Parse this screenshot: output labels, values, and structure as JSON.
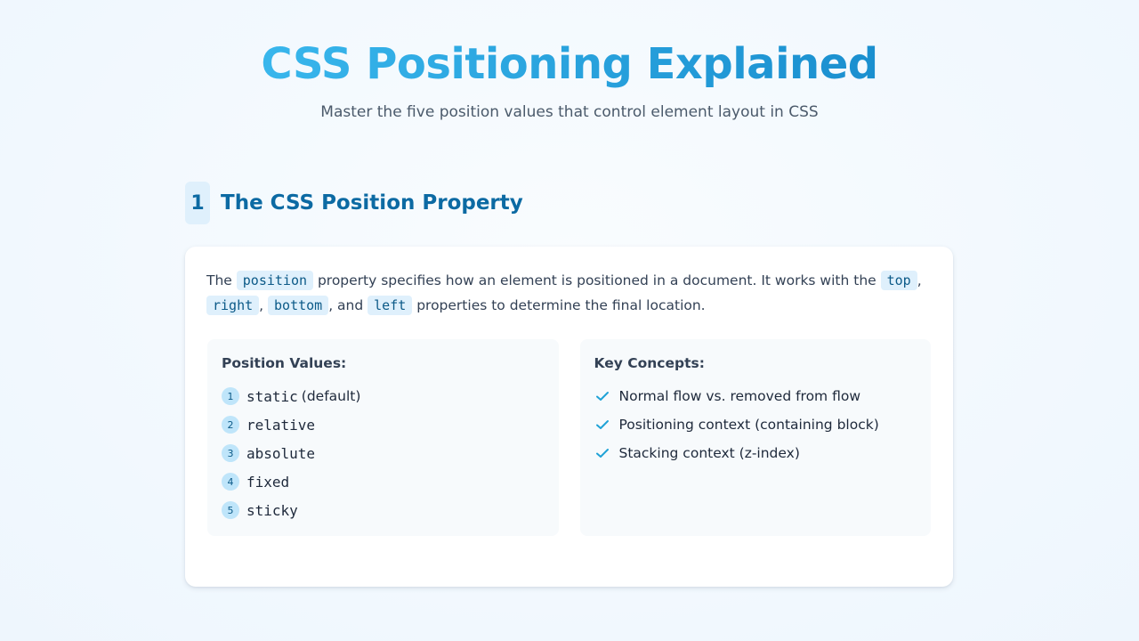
{
  "header": {
    "title": "CSS Positioning Explained",
    "subtitle": "Master the five position values that control element layout in CSS"
  },
  "section": {
    "number": "1",
    "title": "The CSS Position Property"
  },
  "intro": {
    "part1": "The ",
    "code_position": "position",
    "part2": " property specifies how an element is positioned in a document. It works with the ",
    "code_top": "top",
    "sep1": ", ",
    "code_right": "right",
    "sep2": ", ",
    "code_bottom": "bottom",
    "sep3": ", and ",
    "code_left": "left",
    "part3": " properties to determine the final location."
  },
  "position_values": {
    "title": "Position Values:",
    "items": [
      {
        "number": "1",
        "value": "static",
        "suffix": "(default)"
      },
      {
        "number": "2",
        "value": "relative",
        "suffix": ""
      },
      {
        "number": "3",
        "value": "absolute",
        "suffix": ""
      },
      {
        "number": "4",
        "value": "fixed",
        "suffix": ""
      },
      {
        "number": "5",
        "value": "sticky",
        "suffix": ""
      }
    ]
  },
  "key_concepts": {
    "title": "Key Concepts:",
    "icon": "check-icon",
    "items": [
      "Normal flow vs. removed from flow",
      "Positioning context (containing block)",
      "Stacking context (z-index)"
    ]
  },
  "colors": {
    "accent": "#0c6aa3",
    "title_gradient_start": "#38b6ec",
    "title_gradient_end": "#1a8fcf",
    "check": "#1fa2d6"
  }
}
